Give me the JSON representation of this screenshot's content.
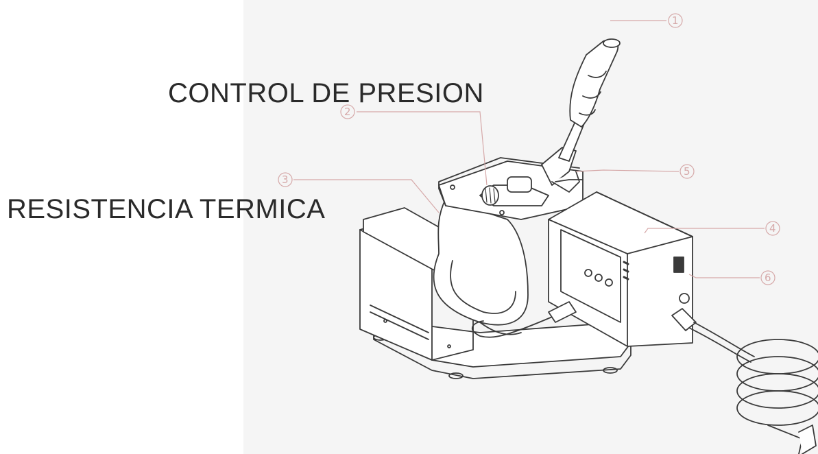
{
  "labels": {
    "pressure_control": "CONTROL DE PRESION",
    "heating_element": "RESISTENCIA TERMICA"
  },
  "callouts": [
    "1",
    "2",
    "3",
    "4",
    "5",
    "6"
  ],
  "colors": {
    "line": "#3a3a3a",
    "callout": "#d6a9a9",
    "background": "#f5f5f5"
  }
}
